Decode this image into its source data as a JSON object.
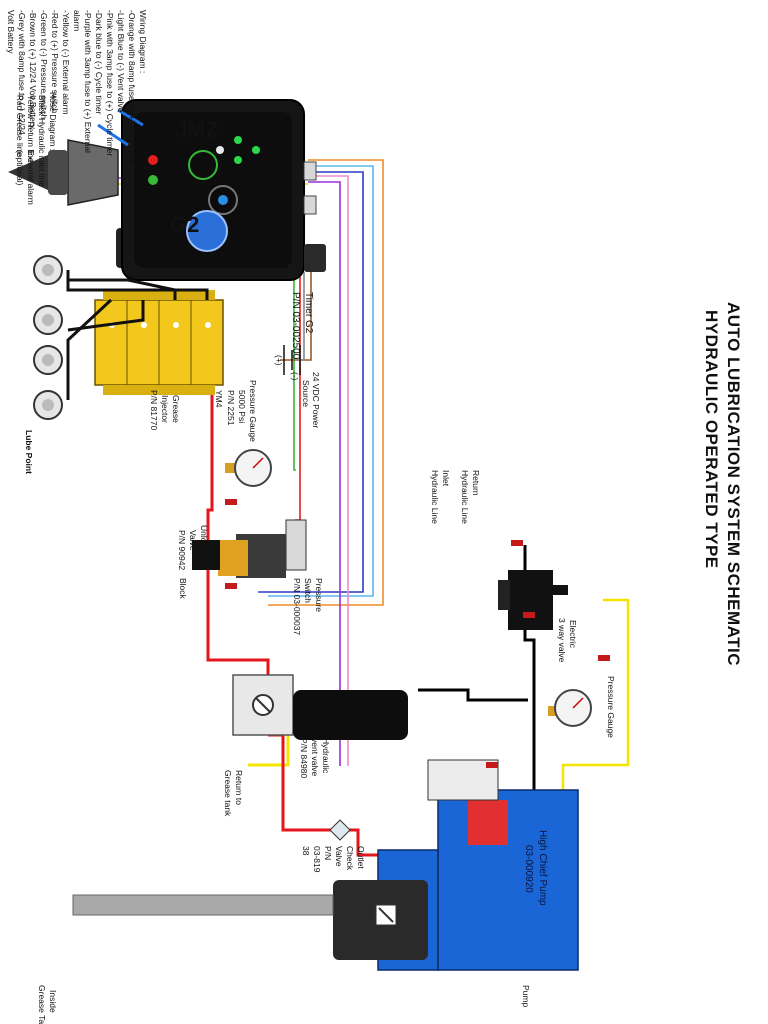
{
  "title": {
    "line1": "AUTO LUBRICATION SYSTEM SCHEMATIC",
    "line2": "HYDRAULIC OPERATED TYPE"
  },
  "wiring_diagram": {
    "heading": "Wiring Diagram :",
    "lines": [
      "-Orange with 8amp fuse to (+) Vent valve",
      "-Light Blue to (-) Vent valve",
      "-Pink with 3amp fuse to (+) Cycle timer",
      "-Dark blue to (-) Cycle timer",
      "-Purple with 3amp fuse to (+) External",
      "alarm",
      "-Yellow to (-) External alarm",
      "-Red to (+) Pressure switch",
      "-Green to (-) Pressure switch",
      "-Brown to (+) 12/24 Volt Battery",
      "-Grey with 8amp fuse to (-) 12/24",
      "Volt Battery"
    ]
  },
  "hose_diagram": {
    "heading": "Hose Diagram :",
    "lines": [
      "-Black Hydraulic inlet line",
      "-Yellow Return line",
      "-Red Grease line"
    ]
  },
  "labels": {
    "external_alarm": [
      "External alarm",
      "(optional)"
    ],
    "timer": [
      "Timer G2",
      "P/N 03-002500"
    ],
    "power_source": [
      "24 VDC Power",
      "Source"
    ],
    "plus": "(+)",
    "minus": "(-)",
    "pressure_gauge_top": [
      "Pressure Gauge",
      "5000 Psi",
      "P/N 2251"
    ],
    "ym4": "YM4",
    "grease_injector": [
      "Grease",
      "Injector",
      "P/N 81770"
    ],
    "lube_point": "Lube Point",
    "unloader_valve": [
      "Unloader",
      "Valve",
      "P/N 90942"
    ],
    "block": "Block",
    "pressure_switch": [
      "Pressure",
      "Switch",
      "P/N 03-000037"
    ],
    "return_line": [
      "Return",
      "Hydraulic Line"
    ],
    "inlet_line": [
      "Inlet",
      "Hydraulic Line"
    ],
    "electric_valve": [
      "Electric",
      "3 way valve"
    ],
    "pressure_gauge_right": "Pressure Gauge",
    "vent_valve": [
      "Hydraulic",
      "vent valve",
      "P/N 84980"
    ],
    "return_to_grease": [
      "Return to",
      "Grease tank"
    ],
    "outlet_check": [
      "Outlet",
      "Check",
      "Valve",
      "P/N",
      "03-819",
      "38"
    ],
    "pump": [
      "High Chief Pump",
      "03-000920"
    ],
    "pump_label": "Pump",
    "inside_tank": [
      "Inside",
      "Grease Tank"
    ]
  },
  "timer_face": {
    "brand": "JMZ",
    "model": "G2"
  },
  "colors": {
    "grease_line": "#e4161b",
    "hydraulic_line": "#000000",
    "return_line": "#f5e400",
    "pump_body": "#1a66d6",
    "injector": "#f2c81c",
    "timer_body": "#151515",
    "wire_orange": "#f08a2a",
    "wire_lightblue": "#58b8f0",
    "wire_pink": "#f08ac8",
    "wire_darkblue": "#2a3cc8",
    "wire_purple": "#9a30d8",
    "wire_yellow": "#f2d400",
    "wire_red": "#e02020",
    "wire_green": "#38b838",
    "wire_brown": "#9a5a28"
  }
}
